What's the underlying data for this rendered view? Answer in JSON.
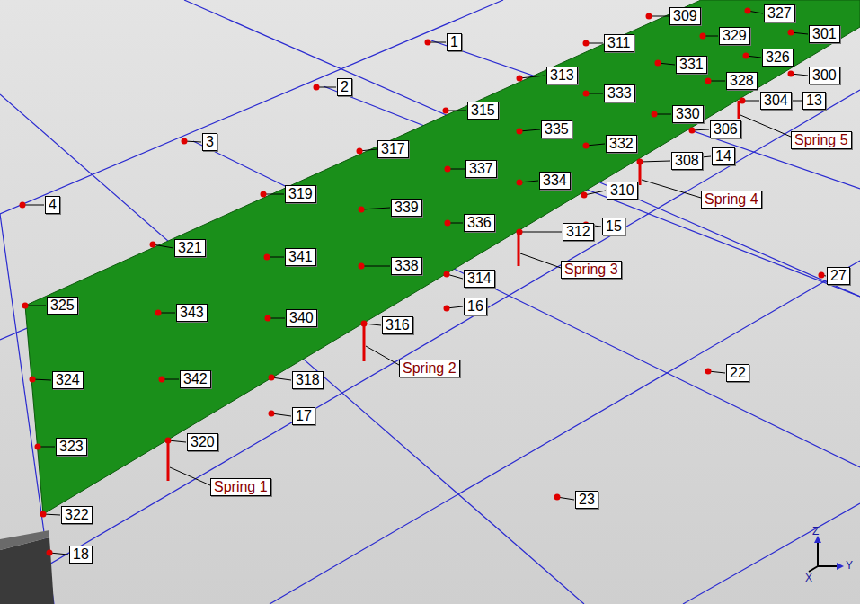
{
  "diagram": {
    "labels": [
      "309",
      "327",
      "301",
      "311",
      "329",
      "326",
      "1",
      "331",
      "300",
      "313",
      "328",
      "304",
      "13",
      "2",
      "333",
      "315",
      "330",
      "Spring 5",
      "335",
      "306",
      "3",
      "317",
      "332",
      "308",
      "14",
      "337",
      "334",
      "Spring 4",
      "310",
      "319",
      "4",
      "339",
      "336",
      "15",
      "312",
      "321",
      "341",
      "Spring 3",
      "338",
      "314",
      "27",
      "325",
      "16",
      "343",
      "340",
      "316",
      "Spring 2",
      "22",
      "324",
      "342",
      "318",
      "17",
      "320",
      "323",
      "Spring 1",
      "23",
      "322",
      "18",
      "Z",
      "X",
      "Y"
    ]
  }
}
